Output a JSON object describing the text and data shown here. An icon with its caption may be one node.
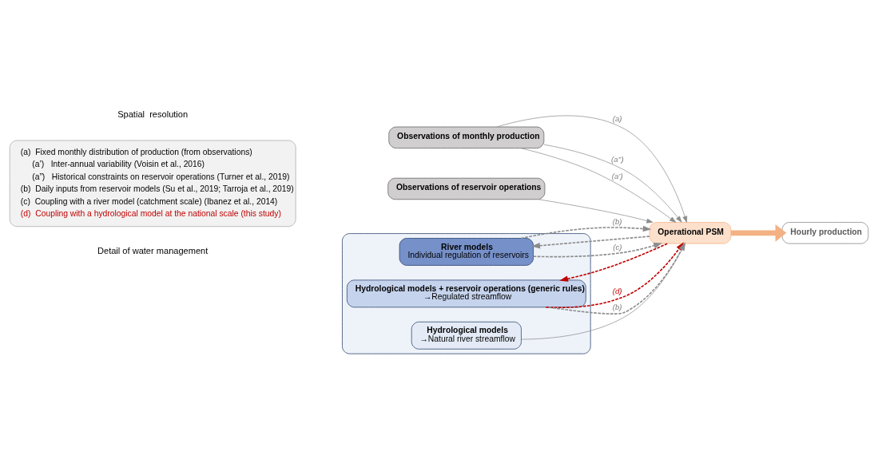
{
  "diagram": {
    "nodes": [
      {
        "text": [],
        "shape": "box"
      },
      {
        "text": [
          "River models",
          "Individual regulation of reservoirs"
        ],
        "in": 0
      },
      {
        "text": [
          "Hydrological models + reservoir operations (generic rules)",
          "→Regulated streamflow"
        ],
        "in": 0
      },
      {
        "text": [
          "Hydrological models",
          "→Natural river streamflow"
        ],
        "in": 0
      },
      {
        "text": [
          "Operational PSM"
        ]
      },
      {
        "text": [
          "Hourly production"
        ]
      },
      {
        "text": [
          "Observations of monthly production"
        ]
      },
      {
        "text": [
          "Observations of reservoir operations"
        ]
      },
      {
        "text": [
          "(a)  Fixed monthly distribution of production (from observations)",
          "(a’)   Inter-annual variability (Voisin et al., 2016)",
          "(a”)   Historical constraints on reservoir operations (Turner et al., 2019)",
          "(b)  Daily inputs from reservoir models (Su et al., 2019; Tarroja et al., 2019)",
          "(c)  Coupling with a river model (catchment scale) (Ibanez et al., 2014)",
          "(d)  Coupling with a hydrological model at the national scale (this study)"
        ]
      }
    ],
    "edges": [
      {
        "from": 1,
        "to": 4,
        "arrow": "to",
        "style": "dashed",
        "label": "(c)"
      },
      {
        "from": 4,
        "to": 1,
        "arrow": "to",
        "style": "dashed"
      },
      {
        "from": 1,
        "to": 4,
        "arrow": "to",
        "style": "dashed",
        "label": "(b)"
      },
      {
        "from": 2,
        "to": 4,
        "arrow": "to",
        "style": "dashed",
        "color": "#c00000",
        "label": "(d)"
      },
      {
        "from": 4,
        "to": 2,
        "arrow": "to",
        "style": "dashed",
        "color": "#c00000"
      },
      {
        "from": 2,
        "to": 4,
        "arrow": "to",
        "style": "dashed",
        "label": "(b)"
      },
      {
        "from": 6,
        "to": 4,
        "arrow": "to",
        "label": "(a’)"
      },
      {
        "from": 6,
        "to": 4,
        "arrow": "to",
        "label": "(a)"
      },
      {
        "from": 6,
        "to": 4,
        "arrow": "to",
        "label": "(a’’)"
      },
      {
        "from": 3,
        "to": 4,
        "arrow": "to"
      },
      {
        "from": 7,
        "to": 4,
        "arrow": "to"
      },
      {
        "from": 4,
        "to": 5,
        "arrow": "to",
        "style": "thick",
        "color": "#f4b183"
      }
    ],
    "labels": [
      "Spatial  resolution",
      "Detail of water management"
    ]
  }
}
